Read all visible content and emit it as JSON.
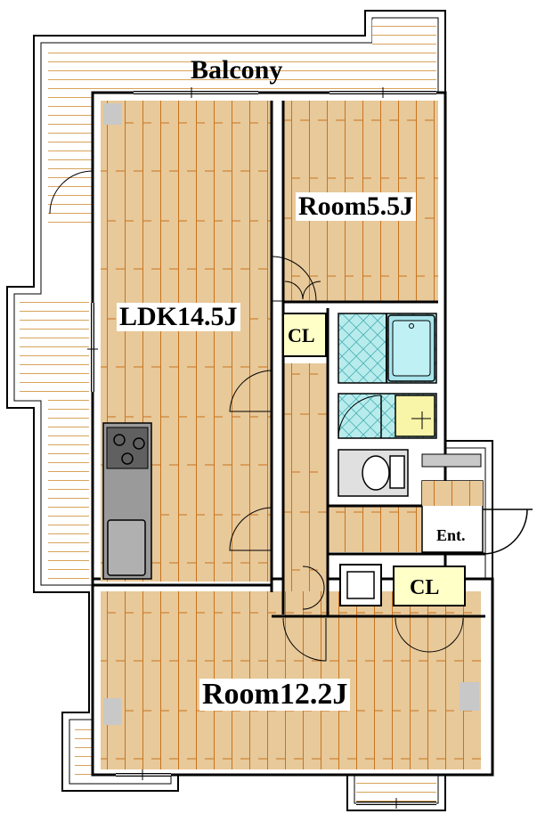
{
  "labels": {
    "balcony": "Balcony",
    "room_small": "Room5.5J",
    "ldk": "LDK14.5J",
    "cl_top": "CL",
    "cl_bottom": "CL",
    "entrance": "Ent.",
    "room_large": "Room12.2J"
  },
  "colors": {
    "floor": "#e8c99a",
    "plank_line": "#c8741e",
    "wall": "#000000",
    "balcony_line": "#d8a35a",
    "closet": "#ffffc8",
    "sink_yellow": "#f8f4a8",
    "bath_tile": "#b8ecec",
    "tub": "#a8e4ec",
    "fixture_gray": "#c8c8c8",
    "kitchen_gray": "#9a9a9a"
  }
}
